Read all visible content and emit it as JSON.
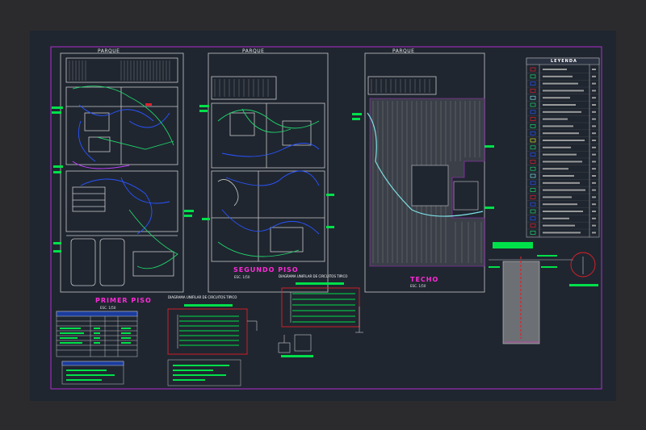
{
  "plans": [
    {
      "top_label": "PARQUE",
      "title": "PRIMER PISO",
      "scale": "ESC. 1/50"
    },
    {
      "top_label": "PARQUE",
      "title": "SEGUNDO PISO",
      "scale": "ESC. 1/50"
    },
    {
      "top_label": "PARQUE",
      "title": "TECHO",
      "scale": "ESC. 1/50"
    }
  ],
  "legend": {
    "title": "LEYENDA"
  },
  "diagrams": {
    "unifilar_1": "DIAGRAMA UNIFILAR DE CIRCUITOS TIPICO",
    "unifilar_2": "DIAGRAMA UNIFILAR DE CIRCUITOS TIPICO"
  },
  "colors": {
    "background": "#2b2b2e",
    "sheet": "#1f2630",
    "frame": "#b02fd0",
    "wall": "#c8c8c8",
    "circuit_blue": "#2a54ff",
    "circuit_green": "#22d36a",
    "circuit_cyan": "#7fe0e6",
    "title_magenta": "#ff2bd8",
    "callout_green": "#00e04a",
    "red_box": "#e0202a"
  }
}
